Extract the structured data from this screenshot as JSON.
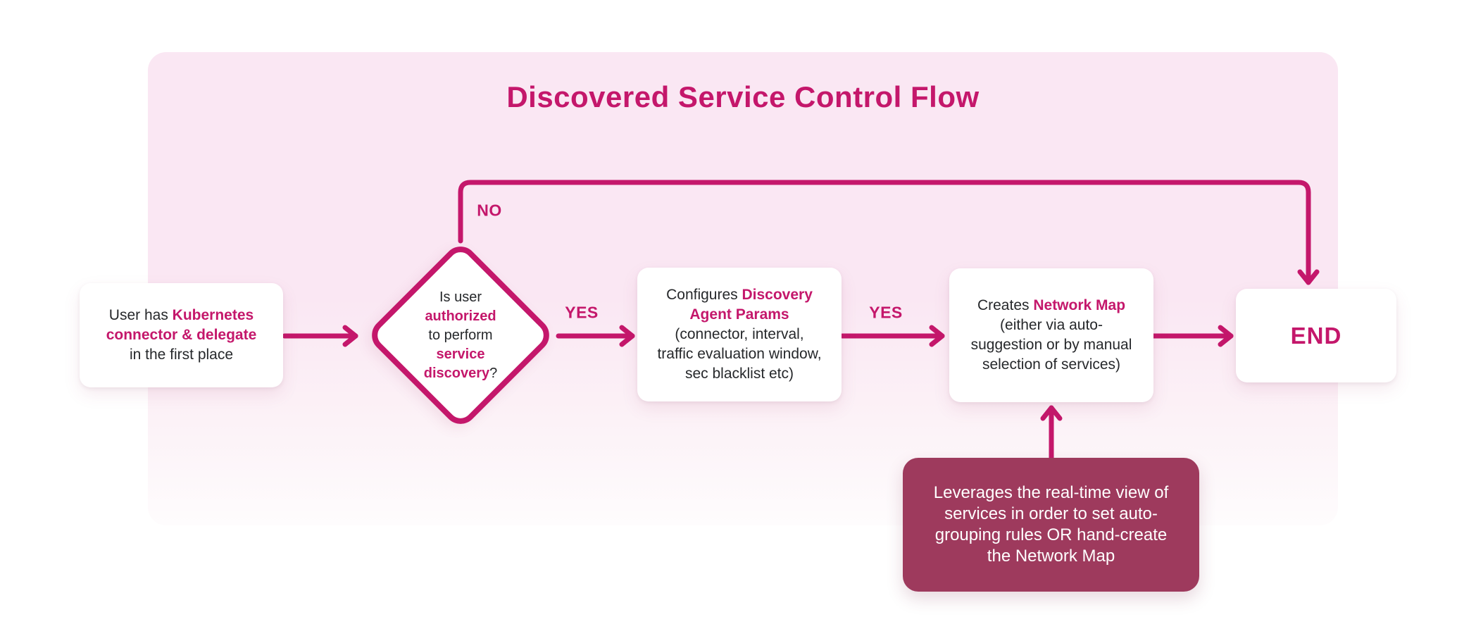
{
  "title": "Discovered Service Control Flow",
  "colors": {
    "accent": "#C4176B",
    "note_bg": "#9E3A5D",
    "panel_pink": "#FAE7F3",
    "node_bg": "#FFFFFF",
    "text": "#26282B"
  },
  "labels": {
    "no": "NO",
    "yes1": "YES",
    "yes2": "YES"
  },
  "nodes": {
    "start": {
      "lines": [
        {
          "segs": [
            {
              "t": "User has ",
              "a": false
            },
            {
              "t": "Kubernetes",
              "a": true
            }
          ]
        },
        {
          "segs": [
            {
              "t": "connector & delegate",
              "a": true
            }
          ]
        },
        {
          "segs": [
            {
              "t": "in the first place",
              "a": false
            }
          ]
        }
      ]
    },
    "decision": {
      "lines": [
        {
          "segs": [
            {
              "t": "Is user",
              "a": false
            }
          ]
        },
        {
          "segs": [
            {
              "t": "authorized",
              "a": true
            }
          ]
        },
        {
          "segs": [
            {
              "t": "to perform",
              "a": false
            }
          ]
        },
        {
          "segs": [
            {
              "t": "service discovery",
              "a": true
            },
            {
              "t": "?",
              "a": false
            }
          ]
        }
      ]
    },
    "configure": {
      "lines": [
        {
          "segs": [
            {
              "t": "Configures ",
              "a": false
            },
            {
              "t": "Discovery",
              "a": true
            }
          ]
        },
        {
          "segs": [
            {
              "t": "Agent Params",
              "a": true
            }
          ]
        },
        {
          "segs": [
            {
              "t": "(connector, interval,",
              "a": false
            }
          ]
        },
        {
          "segs": [
            {
              "t": "traffic evaluation window,",
              "a": false
            }
          ]
        },
        {
          "segs": [
            {
              "t": "sec blacklist etc)",
              "a": false
            }
          ]
        }
      ]
    },
    "network_map": {
      "lines": [
        {
          "segs": [
            {
              "t": "Creates ",
              "a": false
            },
            {
              "t": "Network Map",
              "a": true
            }
          ]
        },
        {
          "segs": [
            {
              "t": "(either via auto-",
              "a": false
            }
          ]
        },
        {
          "segs": [
            {
              "t": "suggestion or by manual",
              "a": false
            }
          ]
        },
        {
          "segs": [
            {
              "t": "selection of services)",
              "a": false
            }
          ]
        }
      ]
    },
    "end": {
      "label": "END"
    },
    "note": {
      "lines_text": [
        "Leverages the real-time view of",
        "services in order to set auto-",
        "grouping rules OR hand-create",
        "the Network Map"
      ]
    }
  }
}
